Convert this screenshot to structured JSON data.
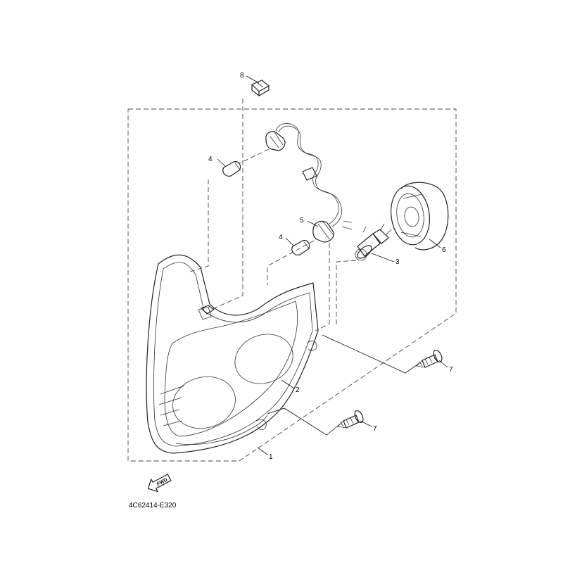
{
  "diagram": {
    "part_labels": [
      "1",
      "2",
      "3",
      "4",
      "4",
      "5",
      "6",
      "7",
      "7",
      "8"
    ],
    "direction_arrow": {
      "text": "FWD",
      "icon": "fwd-arrow-icon"
    },
    "drawing_code": "4C62414-E320",
    "colors": {
      "line": "#222222",
      "background": "#ffffff"
    }
  }
}
